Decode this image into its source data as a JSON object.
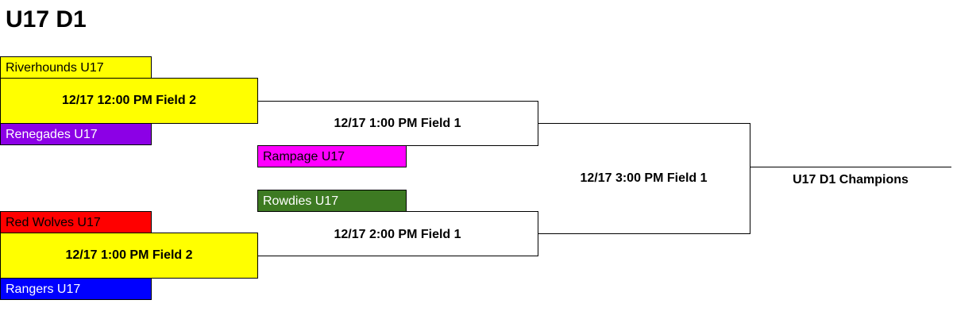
{
  "title": "U17 D1",
  "colors": {
    "match": "#ffff00",
    "riverhounds": "#ffff00",
    "renegades": "#8c00e6",
    "rampage": "#ff00ff",
    "rowdies": "#3d7a22",
    "red_wolves": "#ff0000",
    "rangers": "#0000ff"
  },
  "round1": [
    {
      "team_a": "Riverhounds U17",
      "match": "12/17 12:00 PM Field 2",
      "team_b": "Renegades U17"
    },
    {
      "team_a": "Red Wolves U17",
      "match": "12/17 1:00 PM Field 2",
      "team_b": "Rangers U17"
    }
  ],
  "round2": [
    {
      "match": "12/17 1:00 PM Field 1",
      "team": "Rampage U17"
    },
    {
      "match": "12/17 2:00 PM Field 1",
      "team": "Rowdies U17"
    }
  ],
  "final": {
    "match": "12/17 3:00 PM Field 1"
  },
  "champion": "U17 D1 Champions"
}
